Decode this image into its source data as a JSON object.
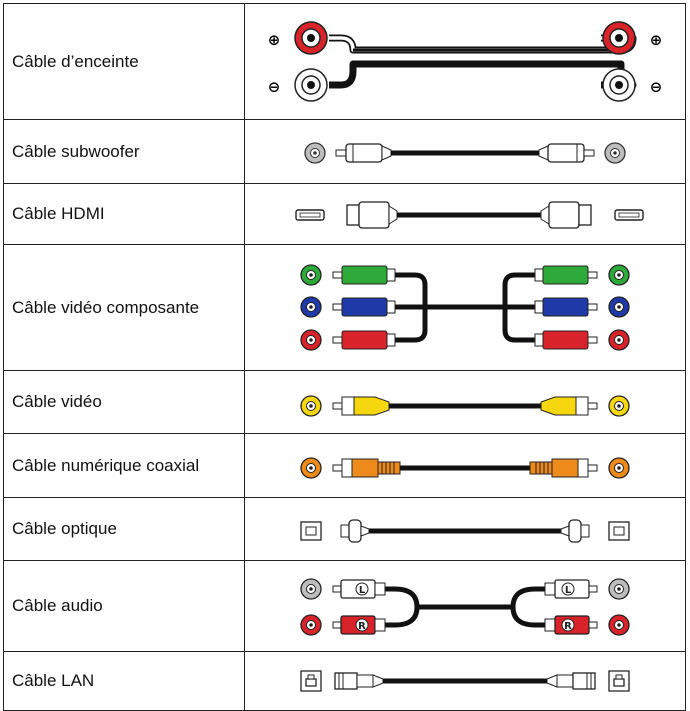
{
  "cables": [
    {
      "id": "speaker",
      "label": "Câble d’enceinte"
    },
    {
      "id": "subwoofer",
      "label": "Câble subwoofer"
    },
    {
      "id": "hdmi",
      "label": "Câble HDMI"
    },
    {
      "id": "component",
      "label": "Câble vidéo composante"
    },
    {
      "id": "video",
      "label": "Câble vidéo"
    },
    {
      "id": "coaxial",
      "label": "Câble numérique coaxial"
    },
    {
      "id": "optical",
      "label": "Câble optique"
    },
    {
      "id": "audio",
      "label": "Câble audio"
    },
    {
      "id": "lan",
      "label": "Câble LAN"
    }
  ],
  "audio_channel_marks": {
    "left": "L",
    "right": "R"
  },
  "colors": {
    "red": "#d8232a",
    "green": "#2eaa3a",
    "blue": "#1f3aa8",
    "yellow": "#f5d60f",
    "orange": "#ee8a1a",
    "white": "#ffffff",
    "grey": "#bdbdbd",
    "cable": "#111111"
  }
}
